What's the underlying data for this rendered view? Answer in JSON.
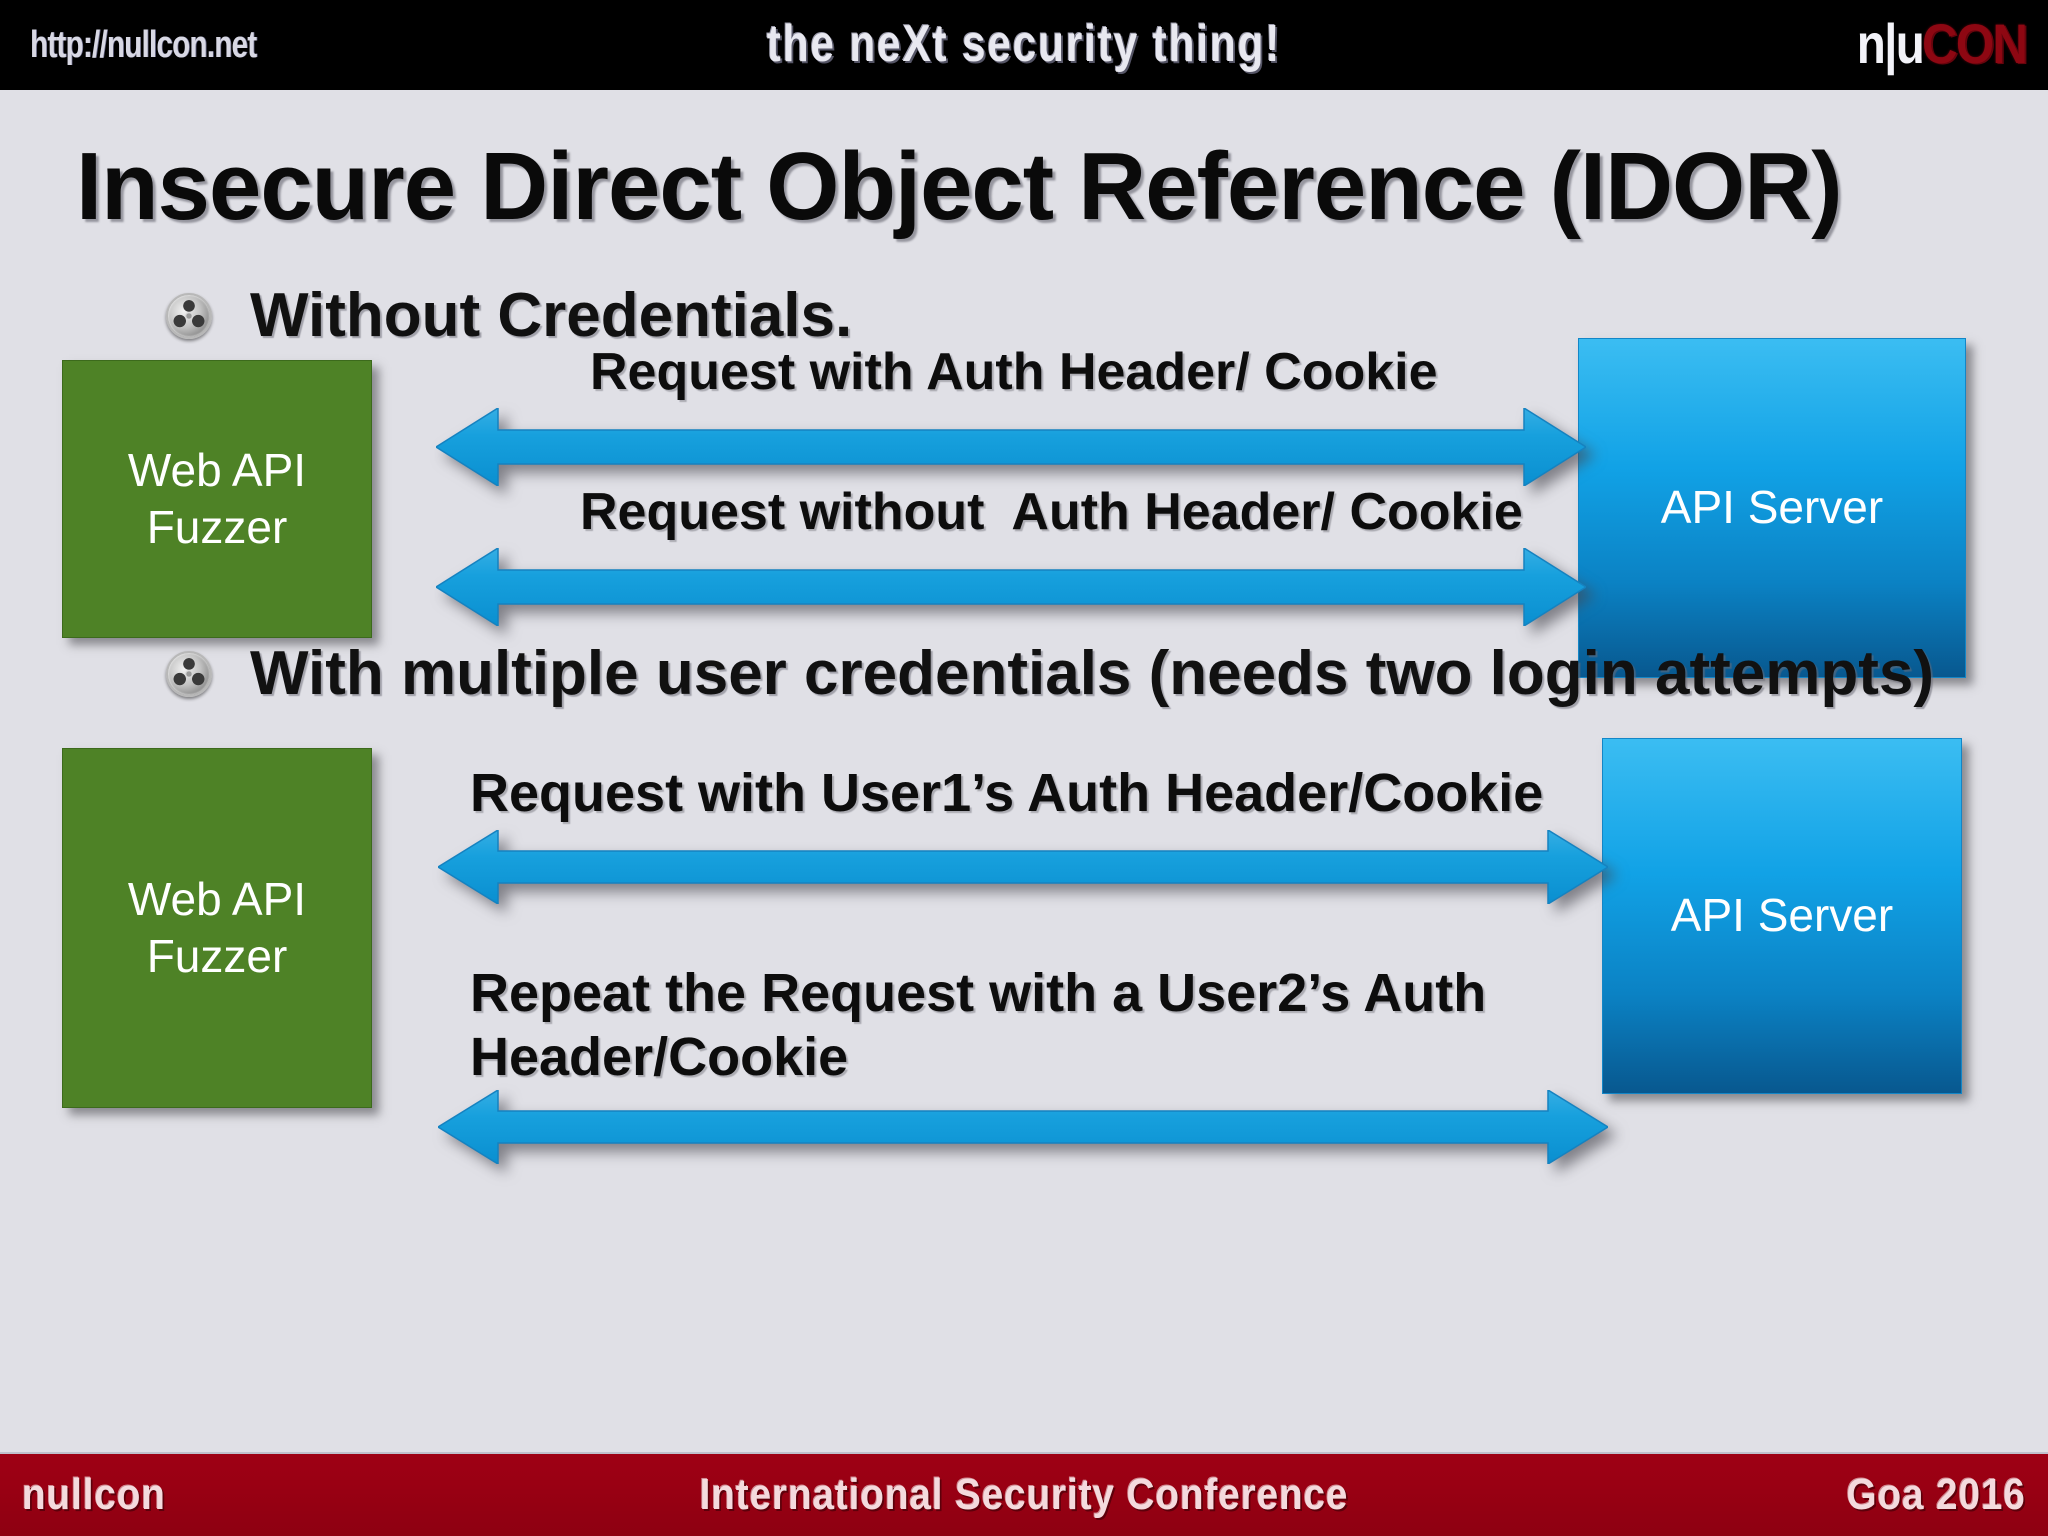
{
  "header": {
    "url": "http://nullcon.net",
    "tagline": "the neXt security thing!",
    "logo_left": "n|u",
    "logo_right": "CON"
  },
  "slide": {
    "title": "Insecure Direct Object Reference (IDOR)",
    "bullets": [
      {
        "icon": "film-reel-icon",
        "label": "Without Credentials."
      },
      {
        "icon": "film-reel-icon",
        "label": "With multiple user credentials (needs two login attempts)"
      }
    ],
    "sections": [
      {
        "id": "without-credentials",
        "left_node": "Web API\nFuzzer",
        "right_node": "API Server",
        "flows": [
          {
            "label": "Request with Auth Header/ Cookie",
            "direction": "bidirectional"
          },
          {
            "label": "Request without  Auth Header/ Cookie",
            "direction": "bidirectional"
          }
        ]
      },
      {
        "id": "with-multiple-user-credentials",
        "left_node": "Web API\nFuzzer",
        "right_node": "API Server",
        "flows": [
          {
            "label": "Request with User1’s Auth Header/Cookie",
            "direction": "bidirectional"
          },
          {
            "label": "Repeat the Request with a User2’s Auth\nHeader/Cookie",
            "direction": "bidirectional"
          }
        ]
      }
    ]
  },
  "footer": {
    "left": "nullcon",
    "center": "International Security Conference",
    "right": "Goa  2016"
  },
  "colors": {
    "background": "#e0e0e6",
    "topbar": "#000000",
    "footer": "#990013",
    "fuzzer_box": "#4e8226",
    "server_box_top": "#3bbdf2",
    "server_box_bottom": "#08588f",
    "arrow": "#0f9ada",
    "logo_red": "#8e0712"
  }
}
